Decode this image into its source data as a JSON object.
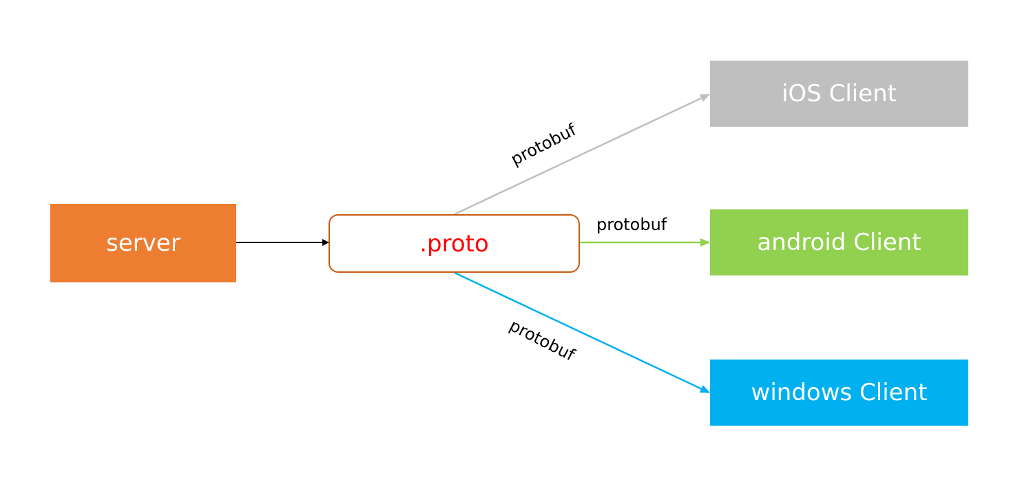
{
  "nodes": {
    "server": {
      "label": "server",
      "fill": "#ed7d31",
      "text_color": "#ffffff"
    },
    "proto": {
      "label": ".proto",
      "fill": "#ffffff",
      "border": "#c55a11",
      "text_color": "#ff0000"
    },
    "ios": {
      "label": "iOS Client",
      "fill": "#bfbfbf",
      "text_color": "#ffffff"
    },
    "android": {
      "label": "android Client",
      "fill": "#92d050",
      "text_color": "#ffffff"
    },
    "windows": {
      "label": "windows Client",
      "fill": "#00b0f0",
      "text_color": "#ffffff"
    }
  },
  "edges": {
    "server_to_proto": {
      "color": "#000000"
    },
    "proto_to_ios": {
      "label": "protobuf",
      "color": "#bfbfbf"
    },
    "proto_to_android": {
      "label": "protobuf",
      "color": "#92d050"
    },
    "proto_to_windows": {
      "label": "protobuf",
      "color": "#00b0f0"
    }
  }
}
